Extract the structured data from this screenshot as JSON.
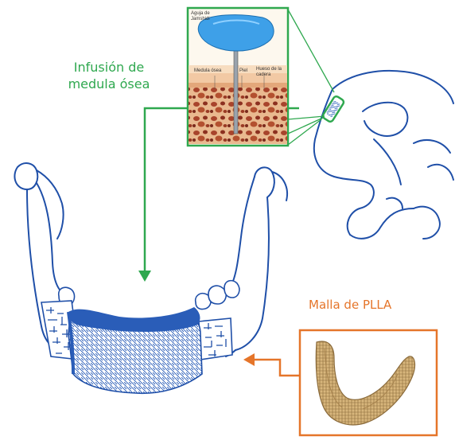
{
  "labels": {
    "infusion_line1": "Infusión de",
    "infusion_line2": "medula ósea",
    "mesh": "Malla de PLLA"
  },
  "inset": {
    "needle_line1": "Aguja de",
    "needle_line2": "Jamshidi",
    "marrow": "Medula ósea",
    "skin": "Piel",
    "hip_bone_line1": "Hueso de la",
    "hip_bone_line2": "cadera"
  },
  "colors": {
    "green": "#2fa84f",
    "orange": "#e5752a",
    "outline": "#1f4fa8",
    "graft": "#2a5db8",
    "needle": "#3ea0e8",
    "mesh_tan": "#c9a46c"
  },
  "icons": [
    "jamshidi-needle-icon"
  ]
}
